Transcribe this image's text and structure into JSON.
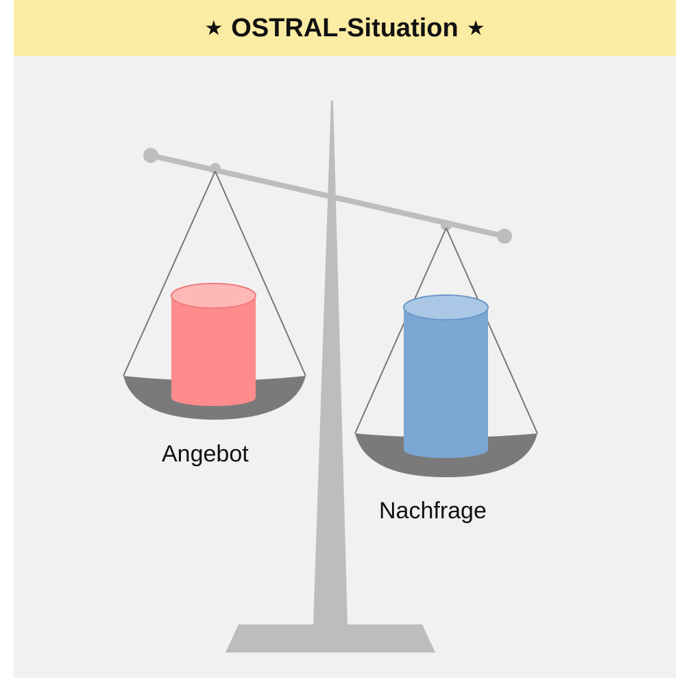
{
  "header": {
    "star_glyph": "★",
    "title": "OSTRAL-Situation"
  },
  "diagram": {
    "left_pan": {
      "label": "Angebot",
      "color": "#ff8c8c",
      "top_color": "#ffb8b8"
    },
    "right_pan": {
      "label": "Nachfrage",
      "color": "#7ba7d4",
      "top_color": "#aac8e6"
    },
    "stand_color": "#bdbdbd",
    "pan_color": "#7a7a7a",
    "beam_color": "#bdbdbd"
  }
}
